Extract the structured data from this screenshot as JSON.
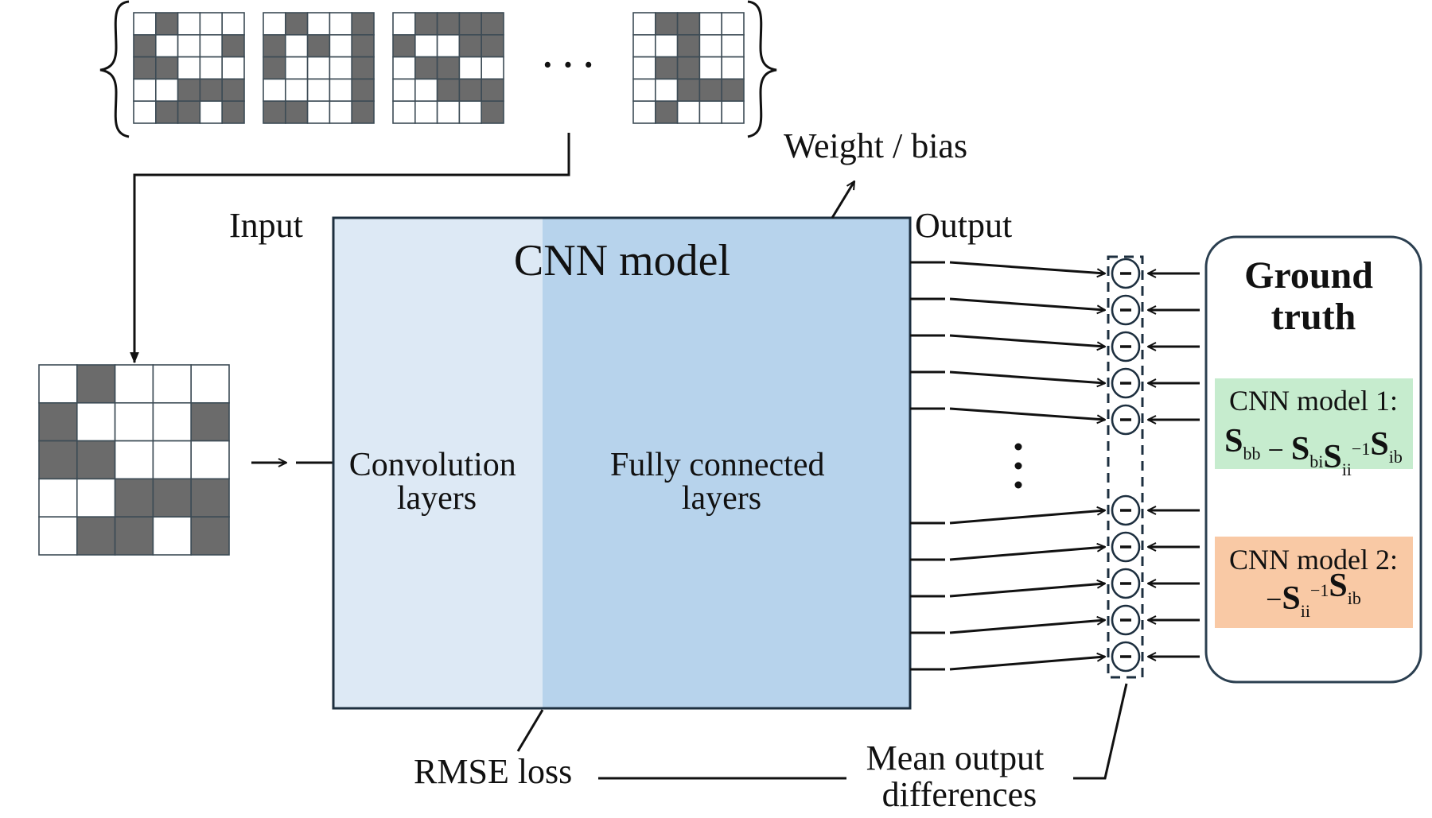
{
  "labels": {
    "input": "Input",
    "output": "Output",
    "weight_bias": "Weight / bias",
    "cnn_model": "CNN model",
    "convolution": [
      "Convolution",
      "layers"
    ],
    "fully_connected": [
      "Fully connected",
      "layers"
    ],
    "rmse_loss": "RMSE loss",
    "mean_output_differences": [
      "Mean output",
      "differences"
    ],
    "ellipsis_horizontal": "· · ·",
    "ground_truth": [
      "Ground",
      "truth"
    ],
    "minus_operator": "−"
  },
  "ground_truth": {
    "model1": {
      "caption": "CNN model 1:",
      "formula": [
        {
          "base": "S",
          "sub": "bb"
        },
        {
          "op": " − "
        },
        {
          "base": "S",
          "sub": "bi"
        },
        {
          "base": "S",
          "sub": "ii",
          "sup": "−1"
        },
        {
          "base": "S",
          "sub": "ib"
        }
      ]
    },
    "model2": {
      "caption": "CNN model 2:",
      "formula": [
        {
          "op": "−"
        },
        {
          "base": "S",
          "sub": "ii",
          "sup": "−1"
        },
        {
          "base": "S",
          "sub": "ib"
        }
      ]
    }
  },
  "training_grids": [
    [
      [
        0,
        1,
        0,
        0,
        0
      ],
      [
        1,
        0,
        0,
        0,
        1
      ],
      [
        1,
        1,
        0,
        0,
        0
      ],
      [
        0,
        0,
        1,
        1,
        1
      ],
      [
        0,
        1,
        1,
        0,
        1
      ]
    ],
    [
      [
        0,
        1,
        0,
        0,
        1
      ],
      [
        1,
        0,
        1,
        0,
        1
      ],
      [
        1,
        0,
        0,
        0,
        1
      ],
      [
        0,
        0,
        0,
        0,
        1
      ],
      [
        1,
        1,
        0,
        0,
        1
      ]
    ],
    [
      [
        0,
        1,
        1,
        1,
        1
      ],
      [
        1,
        0,
        0,
        1,
        1
      ],
      [
        0,
        1,
        1,
        0,
        0
      ],
      [
        0,
        0,
        1,
        1,
        1
      ],
      [
        0,
        0,
        0,
        0,
        1
      ]
    ],
    [
      [
        0,
        1,
        1,
        0,
        0
      ],
      [
        0,
        0,
        1,
        0,
        0
      ],
      [
        0,
        1,
        1,
        0,
        0
      ],
      [
        0,
        0,
        1,
        1,
        1
      ],
      [
        0,
        1,
        0,
        0,
        0
      ]
    ]
  ],
  "input_grid": [
    [
      0,
      1,
      0,
      0,
      0
    ],
    [
      1,
      0,
      0,
      0,
      1
    ],
    [
      1,
      1,
      0,
      0,
      0
    ],
    [
      0,
      0,
      1,
      1,
      1
    ],
    [
      0,
      1,
      1,
      0,
      1
    ]
  ],
  "outputs": {
    "upper_count": 5,
    "lower_count": 5
  },
  "colors": {
    "conv_fill": "#dde9f5",
    "fc_fill": "#b7d3ec",
    "box_border": "#1d2f3f",
    "cell_dark": "#6b6b6b",
    "cell_border": "#3c4b55",
    "model1_fill": "#c6ecce",
    "model2_fill": "#f9c9a5",
    "gt_border": "#2b3f50"
  }
}
